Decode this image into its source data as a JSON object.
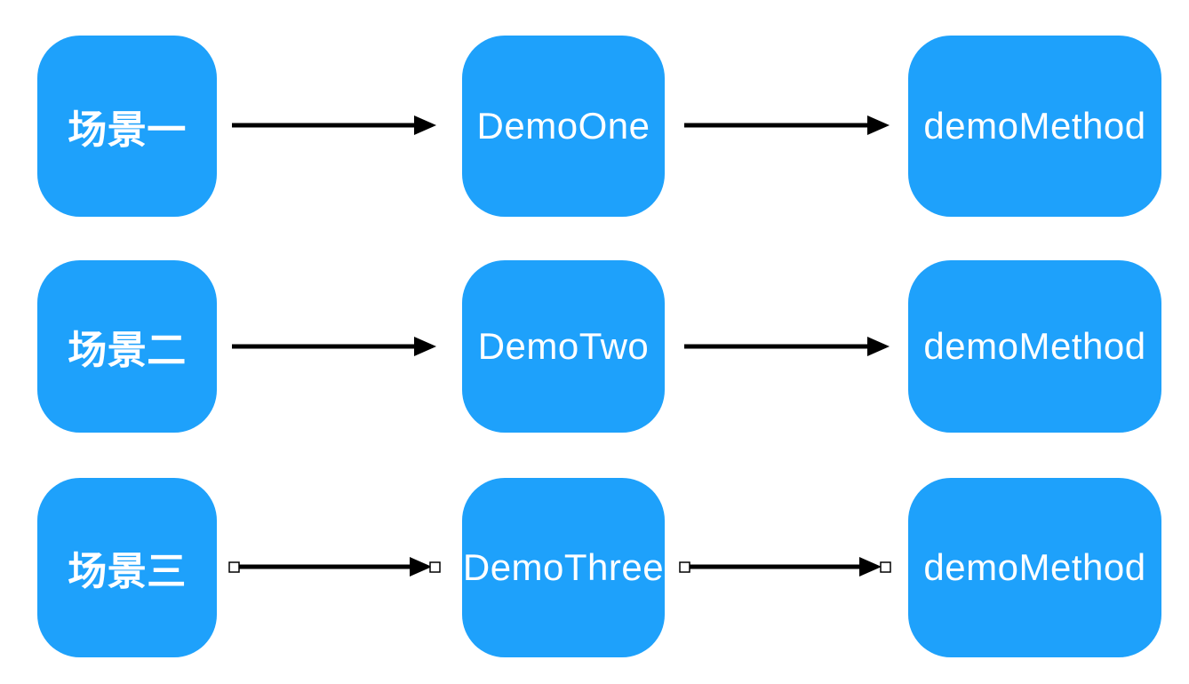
{
  "diagram": {
    "background_color": "#ffffff",
    "node_color": "#1ea1fb",
    "node_text_color": "#ffffff",
    "arrow_color": "#000000",
    "selection_handle_color": "#ffffff",
    "rows": [
      {
        "scene": "场景一",
        "class": "DemoOne",
        "method": "demoMethod",
        "arrows_selected": false
      },
      {
        "scene": "场景二",
        "class": "DemoTwo",
        "method": "demoMethod",
        "arrows_selected": false
      },
      {
        "scene": "场景三",
        "class": "DemoThree",
        "method": "demoMethod",
        "arrows_selected": true
      }
    ]
  }
}
